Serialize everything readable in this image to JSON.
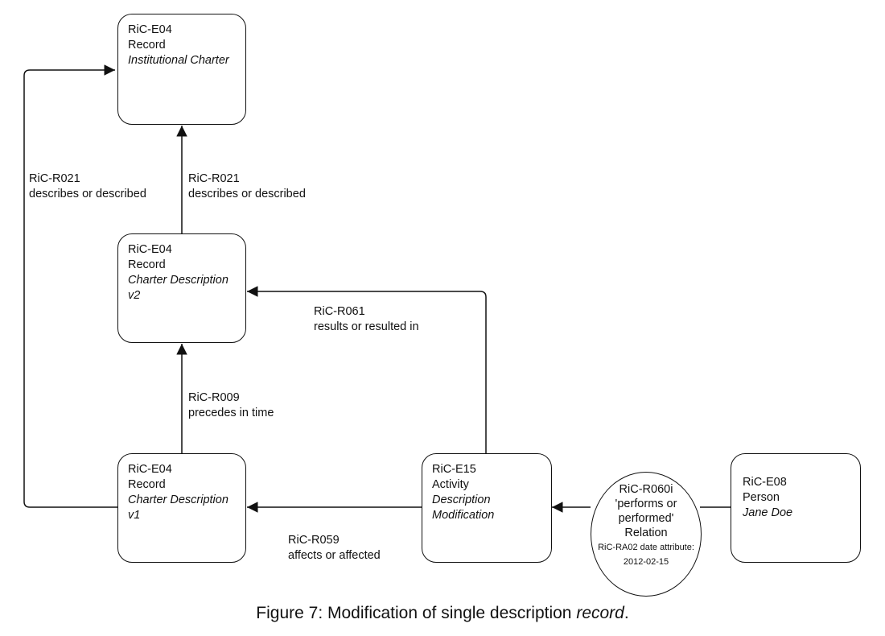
{
  "nodes": {
    "institutional_charter": {
      "id": "RiC-E04",
      "type": "Record",
      "name": "Institutional Charter"
    },
    "charter_description_v2": {
      "id": "RiC-E04",
      "type": "Record",
      "name_line1": "Charter Description",
      "name_line2": "v2"
    },
    "charter_description_v1": {
      "id": "RiC-E04",
      "type": "Record",
      "name_line1": "Charter Description",
      "name_line2": "v1"
    },
    "activity": {
      "id": "RiC-E15",
      "type": "Activity",
      "name_line1": "Description",
      "name_line2": "Modification"
    },
    "person": {
      "id": "RiC-E08",
      "type": "Person",
      "name": "Jane Doe"
    }
  },
  "relation_node": {
    "id": "RiC-R060i",
    "label": "'performs or performed'",
    "type": "Relation",
    "attr_line1": "RiC-RA02 date attribute:",
    "attr_line2": "2012-02-15"
  },
  "edges": {
    "r021_left": {
      "id": "RiC-R021",
      "label": "describes or described"
    },
    "r021_center": {
      "id": "RiC-R021",
      "label": "describes or described"
    },
    "r061": {
      "id": "RiC-R061",
      "label": "results or resulted in"
    },
    "r009": {
      "id": "RiC-R009",
      "label": "precedes in time"
    },
    "r059": {
      "id": "RiC-R059",
      "label": "affects or affected"
    }
  },
  "caption": {
    "prefix": "Figure 7: Modification of single description ",
    "emphasis": "record",
    "suffix": "."
  }
}
